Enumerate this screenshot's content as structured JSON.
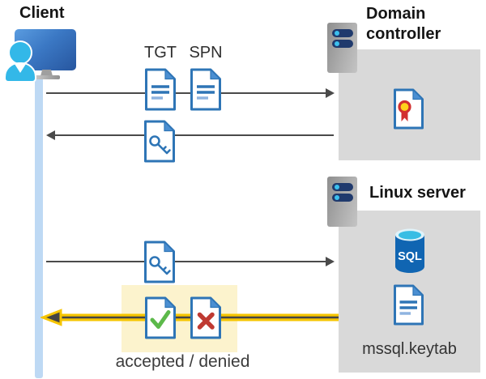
{
  "labels": {
    "client": "Client",
    "domain_controller": "Domain controller",
    "linux_server": "Linux server",
    "tgt": "TGT",
    "spn": "SPN",
    "sql": "SQL",
    "keytab_file": "mssql.keytab",
    "accepted_denied": "accepted / denied"
  },
  "flows": [
    {
      "from": "client",
      "to": "domain-controller",
      "direction": "right",
      "carries": [
        "TGT",
        "SPN"
      ]
    },
    {
      "from": "domain-controller",
      "to": "client",
      "direction": "left",
      "carries": [
        "key"
      ]
    },
    {
      "from": "client",
      "to": "linux-server",
      "direction": "right",
      "carries": [
        "key"
      ]
    },
    {
      "from": "linux-server",
      "to": "client",
      "direction": "left",
      "carries": [
        "accepted / denied"
      ],
      "highlighted": true
    }
  ],
  "colors": {
    "doc_blue": "#2e75b6",
    "doc_fold_blue": "#4b8fd2",
    "box_gray": "#d9d9d9",
    "lifeline_blue": "#bed9f4",
    "arrow_gray": "#4a4a4a",
    "highlight_yellow_box": "#fcf3cd",
    "highlight_yellow_arrow": "#f6c500",
    "accept_green": "#5cb94a",
    "deny_red": "#bf3a32",
    "cert_gold": "#ffd21b",
    "cert_red": "#d23030",
    "sql_blue": "#1065b2",
    "sql_cyan": "#38bde4",
    "person_cyan": "#33b8e8"
  }
}
